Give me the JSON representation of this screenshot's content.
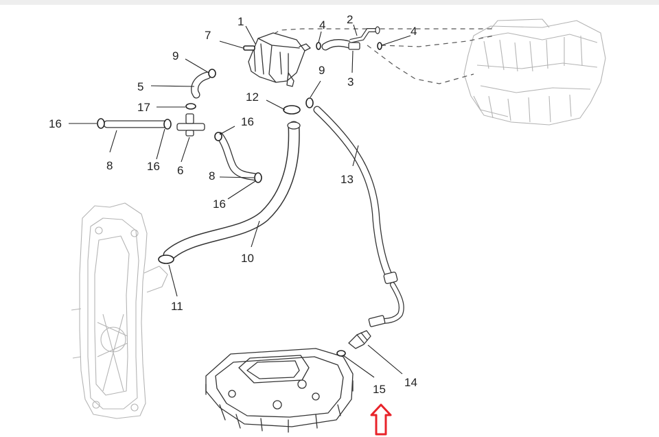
{
  "diagram": {
    "callouts": [
      {
        "id": "1",
        "text": "1"
      },
      {
        "id": "2",
        "text": "2"
      },
      {
        "id": "3",
        "text": "3"
      },
      {
        "id": "4a",
        "text": "4"
      },
      {
        "id": "4b",
        "text": "4"
      },
      {
        "id": "5",
        "text": "5"
      },
      {
        "id": "6",
        "text": "6"
      },
      {
        "id": "7",
        "text": "7"
      },
      {
        "id": "8a",
        "text": "8"
      },
      {
        "id": "8b",
        "text": "8"
      },
      {
        "id": "9a",
        "text": "9"
      },
      {
        "id": "9b",
        "text": "9"
      },
      {
        "id": "10",
        "text": "10"
      },
      {
        "id": "11",
        "text": "11"
      },
      {
        "id": "12",
        "text": "12"
      },
      {
        "id": "13",
        "text": "13"
      },
      {
        "id": "14",
        "text": "14"
      },
      {
        "id": "15",
        "text": "15"
      },
      {
        "id": "16a",
        "text": "16"
      },
      {
        "id": "16b",
        "text": "16"
      },
      {
        "id": "16c",
        "text": "16"
      },
      {
        "id": "16d",
        "text": "16"
      },
      {
        "id": "17",
        "text": "17"
      }
    ],
    "highlight": {
      "target": "15",
      "color": "#e8232a"
    }
  }
}
